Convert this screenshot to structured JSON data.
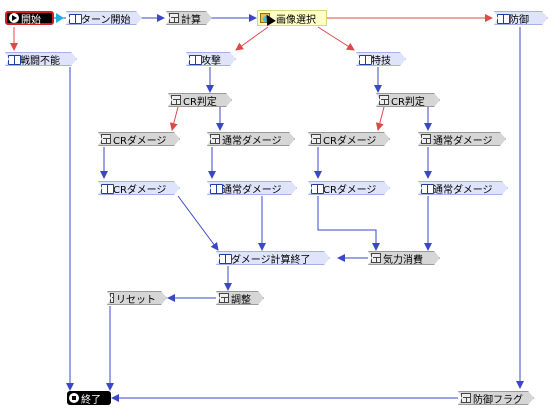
{
  "colors": {
    "edge_blue": "#3a48c8",
    "edge_red": "#e04848",
    "book_fill": "#e0e4fb",
    "calc_fill": "#d6d6d6"
  },
  "nodes": {
    "start": {
      "label": "開始",
      "icon": "play-icon"
    },
    "turn_start": {
      "label": "ターン開始",
      "icon": "book-icon"
    },
    "calc": {
      "label": "計算",
      "icon": "calculator-icon"
    },
    "image_select": {
      "label": "画像選択",
      "icon": "image-icon"
    },
    "defense": {
      "label": "防御",
      "icon": "book-icon"
    },
    "unable": {
      "label": "戦闘不能",
      "icon": "book-icon"
    },
    "attack": {
      "label": "攻撃",
      "icon": "book-icon"
    },
    "special": {
      "label": "特技",
      "icon": "book-icon"
    },
    "cr_judge_left": {
      "label": "CR判定",
      "icon": "calculator-icon"
    },
    "cr_judge_right": {
      "label": "CR判定",
      "icon": "calculator-icon"
    },
    "cr_dmg_calc_left": {
      "label": "CRダメージ",
      "icon": "calculator-icon"
    },
    "normal_dmg_calc_left": {
      "label": "通常ダメージ",
      "icon": "calculator-icon"
    },
    "cr_dmg_calc_right": {
      "label": "CRダメージ",
      "icon": "calculator-icon"
    },
    "normal_dmg_calc_right": {
      "label": "通常ダメージ",
      "icon": "calculator-icon"
    },
    "cr_dmg_book_left": {
      "label": "CRダメージ",
      "icon": "book-icon"
    },
    "normal_dmg_book_left": {
      "label": "通常ダメージ",
      "icon": "book-icon"
    },
    "cr_dmg_book_right": {
      "label": "CRダメージ",
      "icon": "book-icon"
    },
    "normal_dmg_book_right": {
      "label": "通常ダメージ",
      "icon": "book-icon"
    },
    "dmg_calc_end": {
      "label": "ダメージ計算終了",
      "icon": "book-icon"
    },
    "ki_consume": {
      "label": "気力消費",
      "icon": "calculator-icon"
    },
    "reset": {
      "label": "リセット",
      "icon": "calculator-icon"
    },
    "adjust": {
      "label": "調整",
      "icon": "calculator-icon"
    },
    "end": {
      "label": "終了",
      "icon": "stop-icon"
    },
    "defense_flag": {
      "label": "防御フラグ",
      "icon": "calculator-icon"
    }
  }
}
